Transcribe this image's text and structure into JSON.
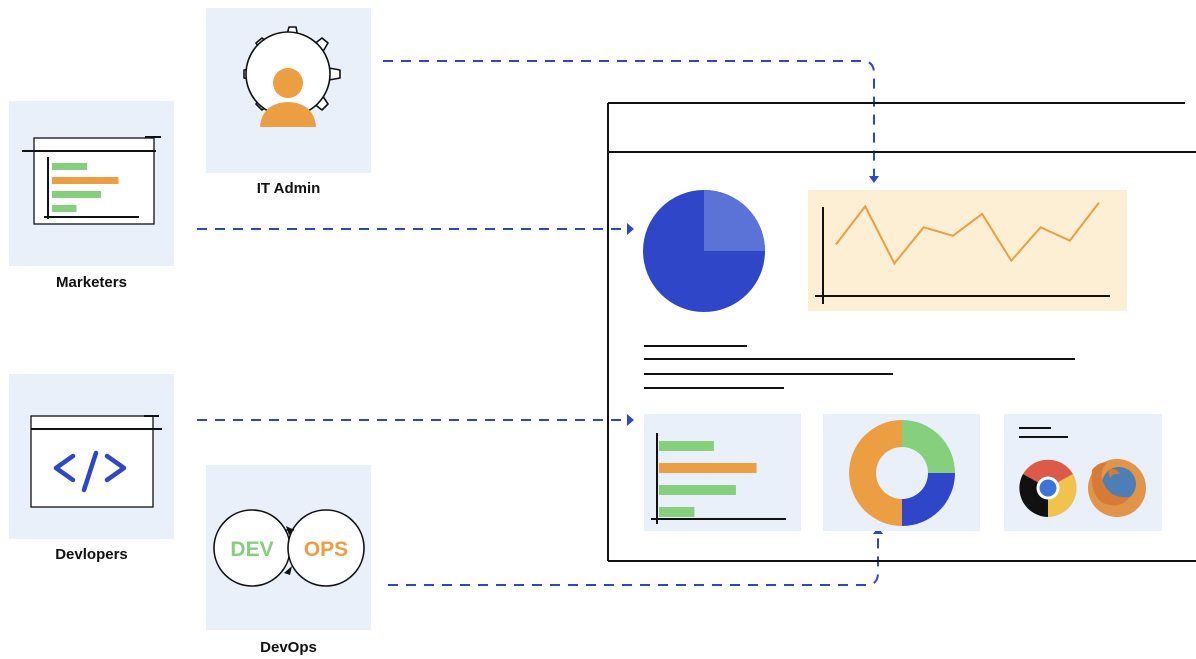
{
  "personas": {
    "it_admin": {
      "label": "IT Admin"
    },
    "marketers": {
      "label": "Marketers"
    },
    "developers": {
      "label": "Devlopers"
    },
    "devops": {
      "label": "DevOps",
      "dev_text": "DEV",
      "ops_text": "OPS"
    }
  },
  "icons": {
    "it_admin": "gear-user-icon",
    "marketers": "bar-chart-window-icon",
    "developers": "code-window-icon",
    "devops": "devops-loop-icon",
    "browsers": [
      "chrome-icon",
      "firefox-icon"
    ]
  },
  "colors": {
    "card_bg": "#e9f0fa",
    "blue": "#2f46c8",
    "blue_light": "#5b72d6",
    "orange": "#ec9e42",
    "green": "#86cf7c",
    "peach_bg": "#fcefd3",
    "dash_blue": "#2f46c8"
  },
  "dashboard": {
    "pie_chart": {
      "segments": [
        0.25,
        0.75
      ]
    },
    "line_chart": {
      "values": [
        48,
        88,
        28,
        66,
        57,
        80,
        31,
        66,
        52,
        92
      ]
    },
    "bar_chart": {
      "values": [
        0.45,
        0.8,
        0.63,
        0.29
      ],
      "colors": [
        "green",
        "orange",
        "green",
        "green"
      ]
    },
    "donut_chart": {
      "segments": [
        0.25,
        0.25,
        0.5
      ],
      "colors": [
        "green",
        "blue",
        "orange"
      ]
    }
  },
  "marketers_chart": {
    "values": [
      0.5,
      0.95,
      0.7,
      0.35
    ],
    "colors": [
      "green",
      "orange",
      "green",
      "green"
    ]
  }
}
